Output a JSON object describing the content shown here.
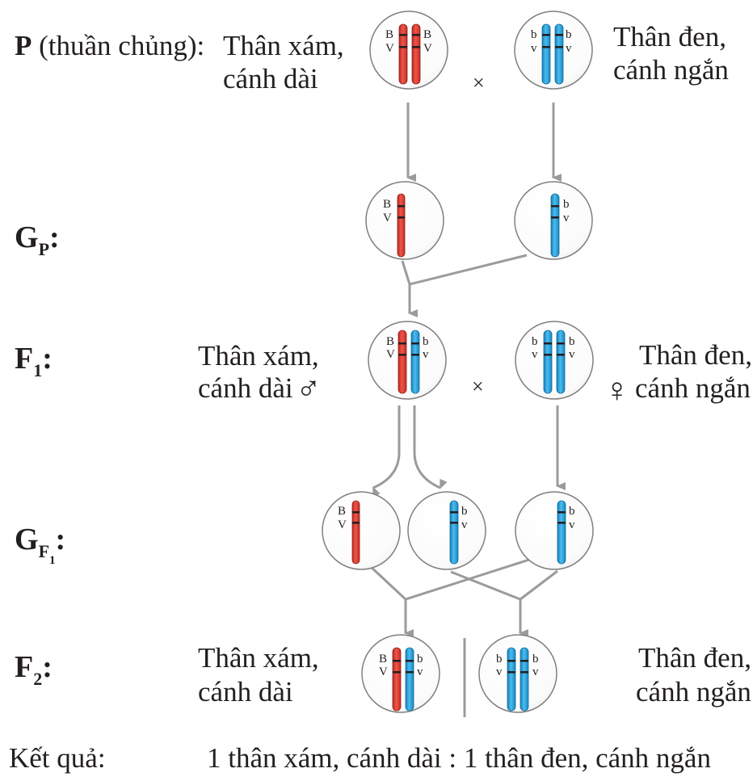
{
  "generations": {
    "p": {
      "bold": "P",
      "rest": " (thuần chủng):"
    },
    "gp": {
      "main": "G",
      "sub": "P",
      "colon": ":"
    },
    "f1": {
      "main": "F",
      "sub": "1",
      "colon": ":"
    },
    "gf1": {
      "main": "G",
      "sub": "F",
      "subsub": "1",
      "colon": ":"
    },
    "f2": {
      "main": "F",
      "sub": "2",
      "colon": ":"
    }
  },
  "phenotypes": {
    "gray_long": {
      "line1": "Thân xám,",
      "line2": "cánh dài"
    },
    "black_vestigial": {
      "line1": "Thân đen,",
      "line2": "cánh ngắn"
    }
  },
  "alleles": {
    "B": "B",
    "V": "V",
    "b": "b",
    "v": "v"
  },
  "cross_symbol": "×",
  "sex_symbols": {
    "male": "♂",
    "female": "♀"
  },
  "result": {
    "label": "Kết quả:",
    "text": "1 thân xám, cánh dài : 1 thân đen, cánh ngắn"
  },
  "colors": {
    "red_chromosome": "#e53a30",
    "blue_chromosome": "#29a6de",
    "circle_stroke": "#808080",
    "arrow": "#9b9b9b",
    "text": "#231f20"
  }
}
